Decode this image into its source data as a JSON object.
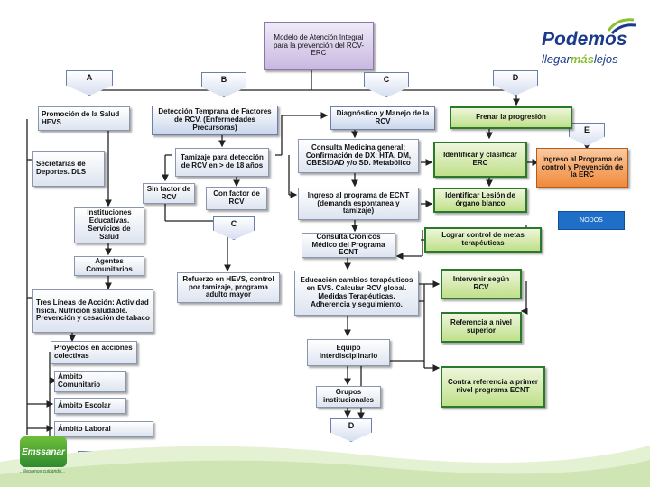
{
  "title": "Modelo de Atención Integral para la prevención del RCV-ERC",
  "nodes": {
    "A": "A",
    "B": "B",
    "C": "C",
    "D": "D",
    "E": "E",
    "C2": "C",
    "D2": "D",
    "B2": "B"
  },
  "col_a": [
    "Promoción de la Salud HEVS",
    "Secretarías de Deportes. DLS",
    "Instituciones Educativas. Servicios de Salud",
    "Agentes Comunitarios",
    "Tres Líneas de Acción: Actividad física. Nutrición saludable. Prevención y cesación de tabaco",
    "Proyectos en acciones colectivas",
    "Ámbito Comunitario",
    "Ámbito Escolar",
    "Ámbito Laboral"
  ],
  "col_b": {
    "deteccion": "Detección Temprana de Factores de RCV. (Enfermedades Precursoras)",
    "tamizaje": "Tamizaje para detección de RCV en > de 18 años",
    "sin_factor": "Sin factor de RCV",
    "con_factor": "Con factor de RCV",
    "refuerzo": "Refuerzo en HEVS, control por tamizaje, programa adulto mayor"
  },
  "col_c": {
    "diagnostico": "Diagnóstico y Manejo de la RCV",
    "consulta_general": "Consulta Medicina general; Confirmación de DX: HTA, DM, OBESIDAD y/o SD. Metabólico",
    "ingreso_ecnt": "Ingreso al programa de ECNT (demanda espontanea y tamizaje)",
    "consulta_cronicos": "Consulta Crónicos Médico del Programa ECNT",
    "educacion": "Educación cambios terapéuticos en EVS. Calcular RCV global. Medidas Terapéuticas. Adherencia y seguimiento.",
    "equipo": "Equipo Interdisciplinario",
    "grupos": "Grupos institucionales"
  },
  "col_d": {
    "frenar": "Frenar la progresión",
    "identificar": "Identificar y clasificar ERC",
    "ingreso_programa": "Ingreso al Programa de control y Prevención de la ERC",
    "lesion": "Identificar Lesión de órgano blanco",
    "control_metas": "Lograr control de metas terapéuticas",
    "intervenir": "Intervenir según RCV",
    "referencia": "Referencia a nivel superior",
    "contra_referencia": "Contra referencia a primer nivel programa ECNT"
  },
  "nodos_label": "NODOS",
  "logo_right": {
    "line1": "Podemos",
    "line2a": "llegar",
    "line2b": "más",
    "line2c": "lejos"
  },
  "logo_left": {
    "text": "Emssanar",
    "tagline": "...llegamos cuidando..."
  },
  "colors": {
    "accent_blue": "#1f6fc8",
    "green_border": "#2a7a2a",
    "orange": "#f08a3c",
    "logo_blue": "#1a3b8c",
    "logo_green": "#8ac034"
  }
}
